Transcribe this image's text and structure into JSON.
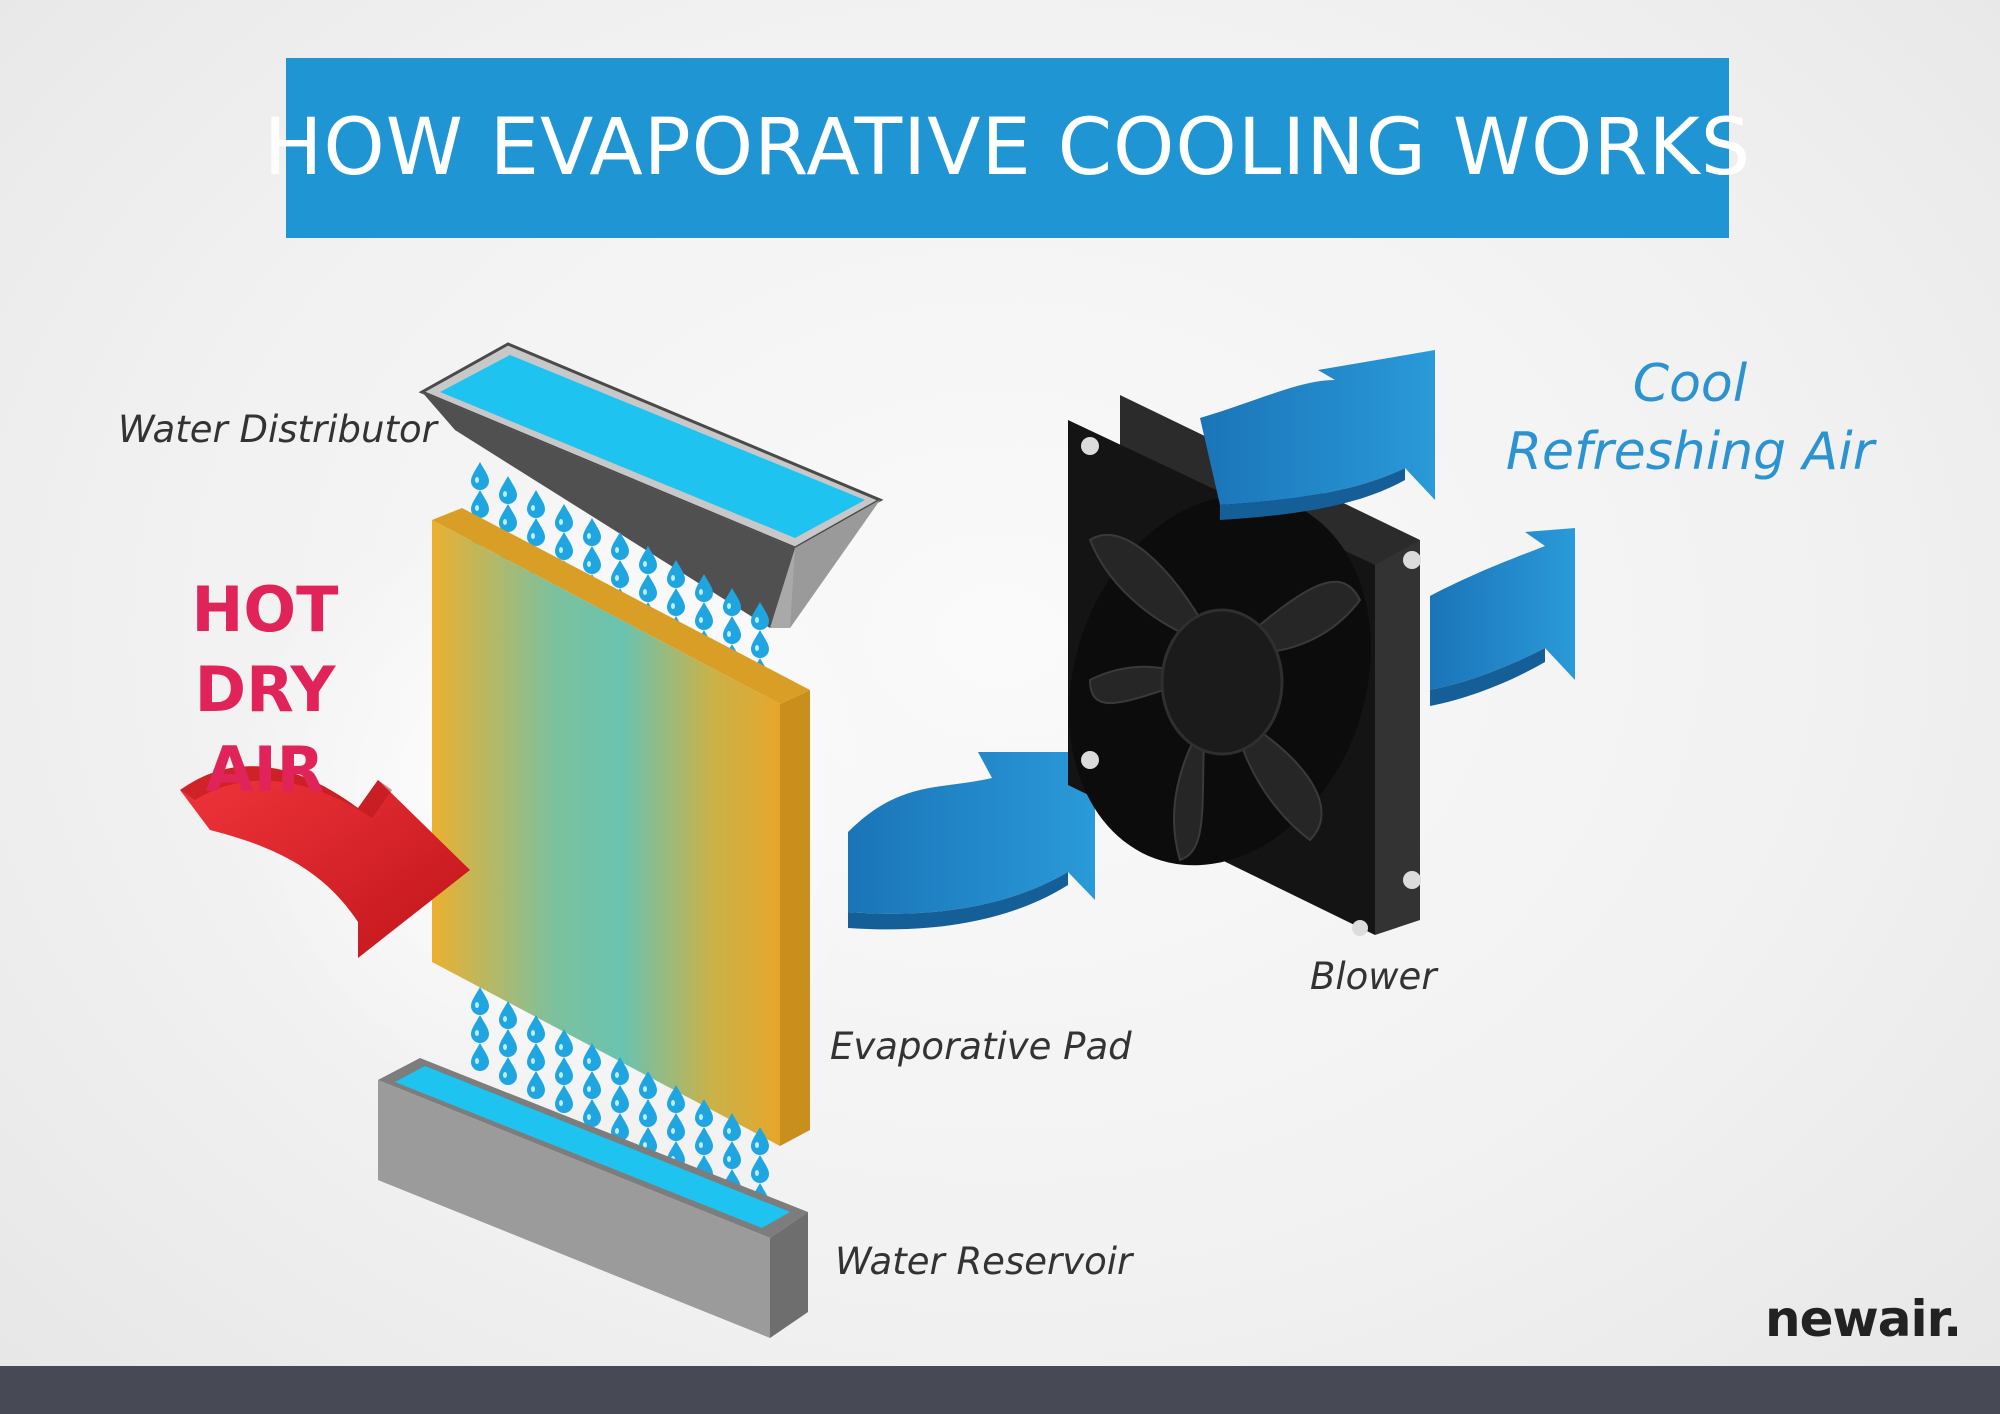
{
  "title": "HOW EVAPORATIVE COOLING WORKS",
  "labels": {
    "water_distributor": "Water Distributor",
    "evaporative_pad": "Evaporative Pad",
    "water_reservoir": "Water Reservoir",
    "blower": "Blower"
  },
  "hot_air": {
    "line1": "HOT DRY",
    "line2": "AIR"
  },
  "cool_air": {
    "line1": "Cool",
    "line2": "Refreshing Air"
  },
  "logo_text": "newair.",
  "colors": {
    "banner": "#2095d3",
    "hot": "#e0245a",
    "cool": "#2a93d0",
    "pad": "#e2a72e",
    "water": "#19c2ef",
    "arrow_blue": "#1f88c8",
    "arrow_red": "#d42127",
    "fan": "#1a1a1a",
    "footer": "#474a54"
  }
}
